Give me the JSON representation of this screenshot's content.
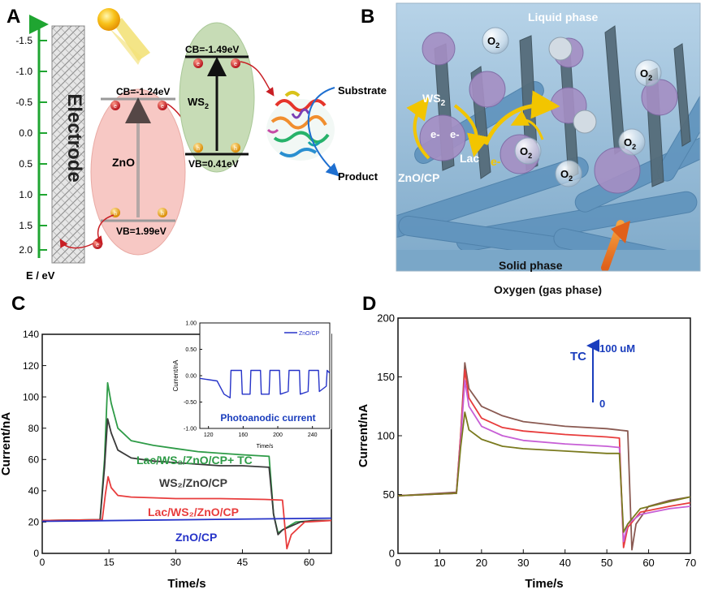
{
  "panels": {
    "A": {
      "letter": "A",
      "axis_label": "E / eV",
      "ticks": [
        "-1.5",
        "-1.0",
        "-0.5",
        "0.0",
        "0.5",
        "1.0",
        "1.5",
        "2.0"
      ],
      "electrode": "Electrode",
      "zno": {
        "name": "ZnO",
        "cb": "CB=-1.24eV",
        "vb": "VB=1.99eV"
      },
      "ws2": {
        "name": "WS",
        "sub": "2",
        "cb": "CB=-1.49eV",
        "vb": "VB=0.41eV"
      },
      "electron": "e",
      "hole": "h",
      "substrate": "Substrate",
      "product": "Product"
    },
    "B": {
      "letter": "B",
      "liquid": "Liquid phase",
      "solid": "Solid phase",
      "gas": "Oxygen (gas phase)",
      "ws2": "WS",
      "ws2_sub": "2",
      "lac": "Lac",
      "znocp": "ZnO/CP",
      "e1": "e-",
      "e2": "e-",
      "e3": "e-",
      "o2": "O",
      "o2_sub": "2"
    },
    "C": {
      "letter": "C",
      "xlabel": "Time/s",
      "ylabel": "Current/nA",
      "labels": {
        "green": "Lac/WS₂/ZnO/CP+ TC",
        "black": "WS₂/ZnO/CP",
        "red": "Lac/WS₂/ZnO/CP",
        "blue": "ZnO/CP"
      },
      "inset": {
        "ylabel": "Current/nA",
        "xlabel": "Time/s",
        "legend": "ZnO/CP",
        "caption": "Photoanodic current"
      }
    },
    "D": {
      "letter": "D",
      "xlabel": "Time/s",
      "ylabel": "Current/nA",
      "tc": "TC",
      "top": "100 uM",
      "bottom": "0"
    }
  },
  "colors": {
    "green": "#2e9b47",
    "black": "#3a3a3a",
    "red": "#e83c3c",
    "blue": "#2633c8",
    "brown": "#8a5a52",
    "magenta": "#c75fd6",
    "olive": "#7a7a1e",
    "axis_green": "#1fa531",
    "title_blue": "#1a3dbd"
  },
  "chart_data": [
    {
      "type": "line",
      "panel": "C",
      "xlabel": "Time/s",
      "ylabel": "Current/nA",
      "xlim": [
        0,
        65
      ],
      "ylim": [
        0,
        140
      ],
      "xticks": [
        0,
        15,
        30,
        45,
        60
      ],
      "yticks": [
        0,
        20,
        40,
        60,
        80,
        100,
        120,
        140
      ],
      "series": [
        {
          "name": "Lac/WS₂/ZnO/CP+ TC",
          "color": "#2e9b47",
          "points": [
            [
              0,
              21
            ],
            [
              13,
              21.5
            ],
            [
              14,
              60
            ],
            [
              14.7,
              109
            ],
            [
              15.5,
              96
            ],
            [
              17,
              80
            ],
            [
              20,
              72
            ],
            [
              25,
              69
            ],
            [
              30,
              67
            ],
            [
              35,
              65
            ],
            [
              40,
              64
            ],
            [
              45,
              63
            ],
            [
              51,
              62
            ],
            [
              52,
              25
            ],
            [
              53,
              13
            ],
            [
              54,
              15
            ],
            [
              57,
              20
            ],
            [
              61,
              21
            ],
            [
              65,
              21
            ]
          ]
        },
        {
          "name": "WS₂/ZnO/CP",
          "color": "#3a3a3a",
          "points": [
            [
              0,
              21
            ],
            [
              13,
              21.5
            ],
            [
              14,
              55
            ],
            [
              14.7,
              86
            ],
            [
              15.5,
              77
            ],
            [
              17,
              66
            ],
            [
              20,
              61
            ],
            [
              25,
              59
            ],
            [
              30,
              58
            ],
            [
              35,
              57
            ],
            [
              40,
              56
            ],
            [
              45,
              56
            ],
            [
              51,
              55
            ],
            [
              52,
              25
            ],
            [
              53,
              12
            ],
            [
              54,
              15
            ],
            [
              58,
              20
            ],
            [
              61,
              21
            ],
            [
              65,
              21
            ]
          ]
        },
        {
          "name": "Lac/WS₂/ZnO/CP",
          "color": "#e83c3c",
          "points": [
            [
              0,
              21
            ],
            [
              13.5,
              21.5
            ],
            [
              14.2,
              38
            ],
            [
              14.8,
              49
            ],
            [
              15.5,
              42
            ],
            [
              17,
              37
            ],
            [
              20,
              36
            ],
            [
              25,
              35.5
            ],
            [
              30,
              35
            ],
            [
              40,
              35
            ],
            [
              50,
              34.5
            ],
            [
              54,
              34
            ],
            [
              55,
              3
            ],
            [
              56,
              12
            ],
            [
              59,
              20
            ],
            [
              65,
              21
            ]
          ]
        },
        {
          "name": "ZnO/CP",
          "color": "#2633c8",
          "points": [
            [
              0,
              20.5
            ],
            [
              65,
              22.5
            ]
          ]
        }
      ]
    },
    {
      "type": "line",
      "panel": "C-inset",
      "xlabel": "Time/s",
      "ylabel": "Current/nA",
      "xlim": [
        110,
        260
      ],
      "ylim": [
        -1.0,
        1.0
      ],
      "xticks": [
        120,
        160,
        200,
        240
      ],
      "yticks": [
        -1.0,
        -0.5,
        0.0,
        0.5,
        1.0
      ],
      "series": [
        {
          "name": "ZnO/CP",
          "color": "#2633c8",
          "points": [
            [
              110,
              -0.05
            ],
            [
              130,
              -0.1
            ],
            [
              138,
              -0.35
            ],
            [
              145,
              -0.42
            ],
            [
              146,
              0.1
            ],
            [
              158,
              0.1
            ],
            [
              159,
              -0.35
            ],
            [
              168,
              -0.35
            ],
            [
              169,
              0.1
            ],
            [
              180,
              0.1
            ],
            [
              181,
              -0.35
            ],
            [
              190,
              -0.35
            ],
            [
              191,
              0.1
            ],
            [
              202,
              0.1
            ],
            [
              203,
              -0.35
            ],
            [
              212,
              -0.3
            ],
            [
              213,
              0.1
            ],
            [
              225,
              0.1
            ],
            [
              226,
              -0.35
            ],
            [
              235,
              -0.3
            ],
            [
              236,
              0.1
            ],
            [
              247,
              0.1
            ],
            [
              248,
              -0.3
            ],
            [
              256,
              -0.2
            ],
            [
              257,
              0.1
            ],
            [
              260,
              0.05
            ]
          ]
        }
      ]
    },
    {
      "type": "line",
      "panel": "D",
      "xlabel": "Time/s",
      "ylabel": "Current/nA",
      "xlim": [
        0,
        70
      ],
      "ylim": [
        0,
        200
      ],
      "xticks": [
        0,
        10,
        20,
        30,
        40,
        50,
        60,
        70
      ],
      "yticks": [
        0,
        50,
        100,
        150,
        200
      ],
      "series": [
        {
          "color": "#8a5a52",
          "points": [
            [
              0,
              49
            ],
            [
              14,
              52
            ],
            [
              15,
              100
            ],
            [
              16,
              162
            ],
            [
              17,
              140
            ],
            [
              20,
              125
            ],
            [
              25,
              117
            ],
            [
              30,
              112
            ],
            [
              40,
              108
            ],
            [
              50,
              106
            ],
            [
              55,
              104
            ],
            [
              56,
              3
            ],
            [
              57,
              25
            ],
            [
              60,
              40
            ],
            [
              65,
              45
            ],
            [
              70,
              48
            ]
          ]
        },
        {
          "color": "#e83c3c",
          "points": [
            [
              0,
              49
            ],
            [
              14,
              51
            ],
            [
              15,
              100
            ],
            [
              16,
              156
            ],
            [
              17,
              132
            ],
            [
              20,
              115
            ],
            [
              25,
              107
            ],
            [
              30,
              104
            ],
            [
              40,
              101
            ],
            [
              50,
              99
            ],
            [
              53,
              98
            ],
            [
              54,
              5
            ],
            [
              55,
              22
            ],
            [
              58,
              35
            ],
            [
              65,
              40
            ],
            [
              70,
              43
            ]
          ]
        },
        {
          "color": "#c75fd6",
          "points": [
            [
              0,
              49
            ],
            [
              14,
              51
            ],
            [
              15,
              95
            ],
            [
              16,
              147
            ],
            [
              17,
              125
            ],
            [
              20,
              108
            ],
            [
              25,
              100
            ],
            [
              30,
              96
            ],
            [
              40,
              93
            ],
            [
              50,
              91
            ],
            [
              53,
              90
            ],
            [
              54,
              10
            ],
            [
              55,
              25
            ],
            [
              58,
              33
            ],
            [
              65,
              38
            ],
            [
              70,
              40
            ]
          ]
        },
        {
          "color": "#7a7a1e",
          "points": [
            [
              0,
              49
            ],
            [
              14,
              51
            ],
            [
              15,
              90
            ],
            [
              16,
              120
            ],
            [
              17,
              105
            ],
            [
              20,
              97
            ],
            [
              25,
              91
            ],
            [
              30,
              89
            ],
            [
              40,
              87
            ],
            [
              50,
              85
            ],
            [
              53,
              85
            ],
            [
              54,
              18
            ],
            [
              55,
              25
            ],
            [
              58,
              38
            ],
            [
              65,
              44
            ],
            [
              70,
              48
            ]
          ]
        }
      ]
    }
  ]
}
